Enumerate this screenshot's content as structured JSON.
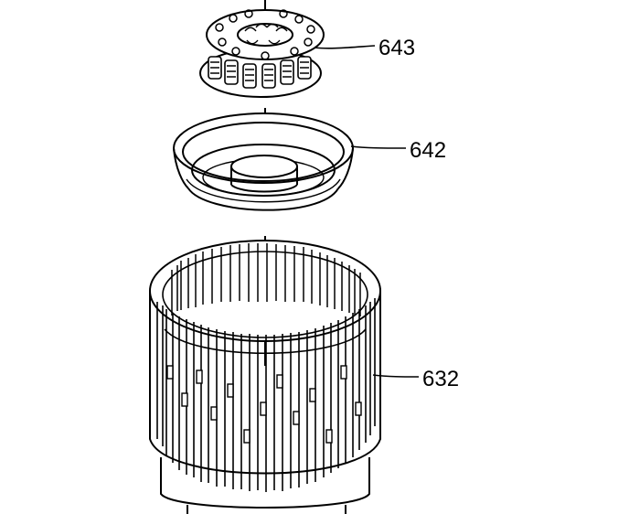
{
  "diagram": {
    "callouts": [
      {
        "id": "643",
        "label": "643",
        "part": "spring-assembly"
      },
      {
        "id": "642",
        "label": "642",
        "part": "piston"
      },
      {
        "id": "632",
        "label": "632",
        "part": "clutch-housing"
      }
    ]
  }
}
